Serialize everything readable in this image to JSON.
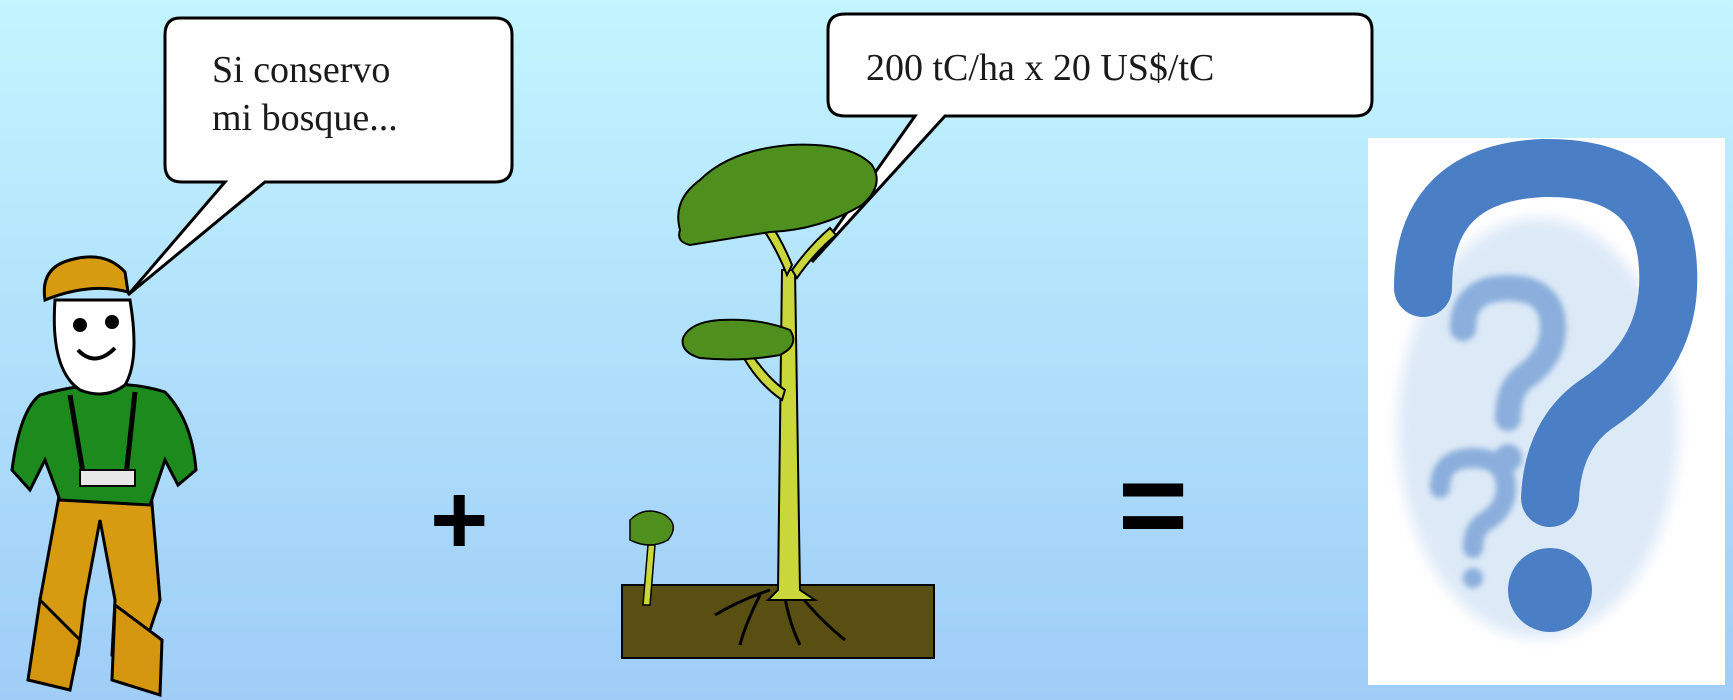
{
  "bubble_farmer": {
    "line1": "Si conservo",
    "line2": "mi bosque..."
  },
  "bubble_tree": {
    "text": "200 tC/ha x 20 US$/tC"
  },
  "operators": {
    "plus": "+",
    "equals": "="
  },
  "colors": {
    "farmer_green": "#1c8a1c",
    "farmer_trousers": "#d79b12",
    "tree_canopy": "#4f8f1d",
    "tree_trunk": "#c9d73a",
    "ground": "#5a4f12",
    "question_blue": "#4a7fc6"
  },
  "icons": [
    "farmer-figure",
    "tree-illustration",
    "question-mark-icon"
  ]
}
